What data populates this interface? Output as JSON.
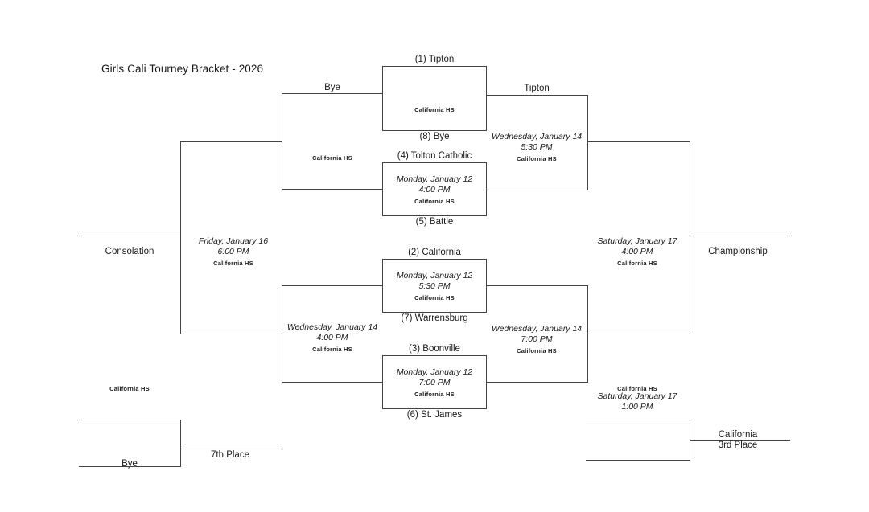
{
  "title": "Girls Cali Tourney Bracket - 2026",
  "venue": "California HS",
  "rounds": {
    "quarterfinals": {
      "g1": {
        "top_seed_team": "(1) Tipton",
        "bottom_seed_team": "(8) Bye",
        "venue": "California HS"
      },
      "g2": {
        "top_seed_team": "(4) Tolton Catholic",
        "bottom_seed_team": "(5) Battle",
        "date": "Monday, January 12",
        "time": "4:00 PM",
        "venue": "California HS"
      },
      "g3": {
        "top_seed_team": "(2) California",
        "bottom_seed_team": "(7) Warrensburg",
        "date": "Monday, January 12",
        "time": "5:30 PM",
        "venue": "California HS"
      },
      "g4": {
        "top_seed_team": "(3) Boonville",
        "bottom_seed_team": "(6) St. James",
        "date": "Monday, January 12",
        "time": "7:00 PM",
        "venue": "California HS"
      }
    },
    "semifinals": {
      "upper": {
        "winner": "Tipton",
        "date": "Wednesday, January 14",
        "time": "5:30 PM",
        "venue": "California HS"
      },
      "lower": {
        "date": "Wednesday, January 14",
        "time": "7:00 PM",
        "venue": "California HS"
      }
    },
    "final": {
      "label": "Championship",
      "date": "Saturday, January 17",
      "time": "4:00 PM",
      "venue": "California HS"
    }
  },
  "consolation_side": {
    "upper_feeder": {
      "label": "Bye",
      "venue": "California HS"
    },
    "lower_feeder": {
      "date": "Wednesday, January 14",
      "time": "4:00 PM",
      "venue": "California HS"
    },
    "consolation_final": {
      "label": "Consolation",
      "date": "Friday, January 16",
      "time": "6:00 PM",
      "venue": "California HS"
    }
  },
  "placement": {
    "seventh": {
      "label": "7th Place",
      "entrant": "Bye",
      "venue": "California HS"
    },
    "third": {
      "label": "3rd Place",
      "winner": "California",
      "venue": "California HS",
      "date": "Saturday, January 17",
      "time": "1:00 PM"
    }
  }
}
